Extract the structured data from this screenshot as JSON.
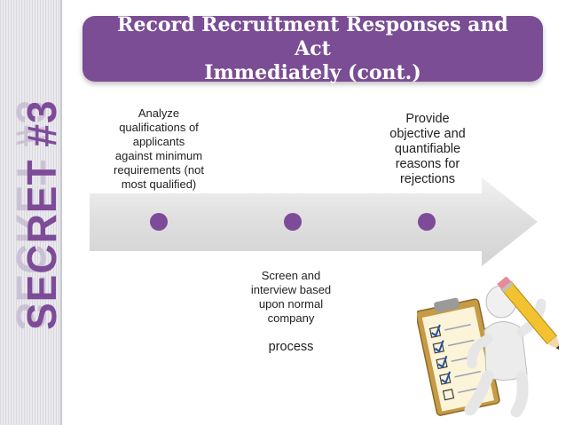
{
  "title": "Record Recruitment Responses and Act\nImmediately (cont.)",
  "side_label": "SECRET #3",
  "steps": [
    {
      "text": "Analyze\nqualifications of\napplicants\nagainst minimum\nrequirements (not\nmost qualified)"
    },
    {
      "text": "Screen and\ninterview based\nupon normal\ncompany",
      "last_word": "process"
    },
    {
      "text": "Provide\nobjective and\nquantifiable\nreasons for\nrejections"
    }
  ],
  "colors": {
    "accent": "#7a4d94",
    "dot": "#7e4b98",
    "arrow": "#dcdcdc"
  },
  "icons": [
    "checklist-figure-clipart"
  ]
}
